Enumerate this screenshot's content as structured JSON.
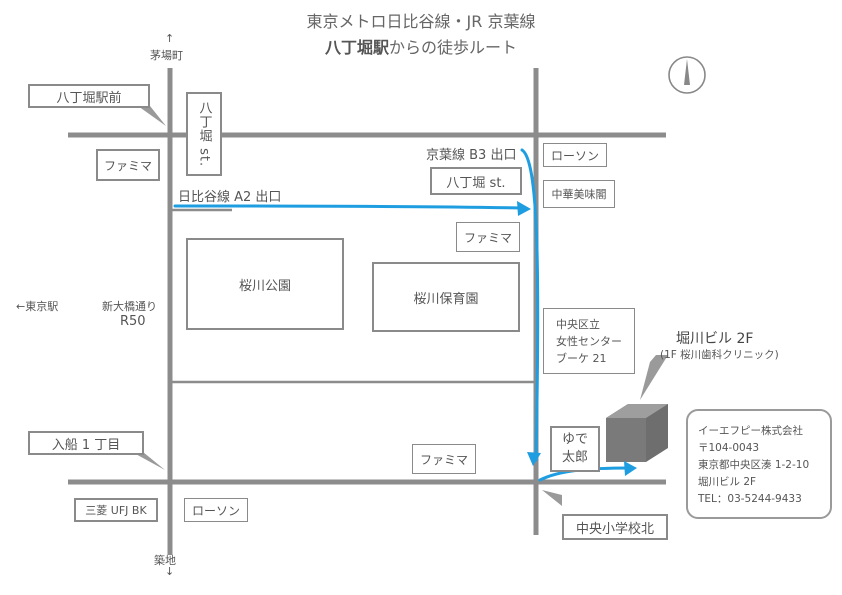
{
  "title": {
    "line1": "東京メトロ日比谷線・JR 京葉線",
    "line2_strong": "八丁堀駅",
    "line2_rest": "からの徒歩ルート"
  },
  "directions": {
    "north_arrow_label": "↑",
    "north": "茅場町",
    "south": "築地",
    "south_arrow_label": "↓",
    "west": "←東京駅"
  },
  "intersections": {
    "hatchobori_mae": "八丁堀駅前",
    "irifune": "入船 1 丁目",
    "chuo_shogakko": "中央小学校北"
  },
  "streets": {
    "hatchobori_st_vertical": "八丁堀 st.",
    "hatchobori_st_sign": "八丁堀 st.",
    "shin_ohashi_line1": "新大橋通り",
    "shin_ohashi_line2": "R50"
  },
  "exits": {
    "hibiya_a2": "日比谷線 A2 出口",
    "keiyo_b3": "京葉線 B3 出口"
  },
  "landmarks": {
    "familymart_1": "ファミマ",
    "familymart_2": "ファミマ",
    "familymart_3": "ファミマ",
    "lawson_1": "ローソン",
    "lawson_2": "ローソン",
    "chuka": "中華美味閣",
    "sakuragawa_park": "桜川公園",
    "sakuragawa_nursery": "桜川保育園",
    "women_center_l1": "中央区立",
    "women_center_l2": "女性センター",
    "women_center_l3": "ブーケ 21",
    "yudetaro_l1": "ゆで",
    "yudetaro_l2": "太郎",
    "mufg": "三菱 UFJ BK"
  },
  "destination": {
    "name": "堀川ビル 2F",
    "sub": "(1F 桜川歯科クリニック)"
  },
  "company": {
    "name": "イーエフピー株式会社",
    "postal": "〒104-0043",
    "address": "東京都中央区湊 1-2-10",
    "building": "堀川ビル 2F",
    "tel": "TEL：03-5244-9433"
  },
  "colors": {
    "road": "#8c8c8c",
    "route": "#1e9ee0",
    "box_border": "#8a8a8a",
    "building_top": "#8e8e8e",
    "building_side": "#6e6e6e",
    "text": "#555555"
  },
  "icons": {
    "compass": "north-compass-icon",
    "building": "building-3d-icon"
  }
}
